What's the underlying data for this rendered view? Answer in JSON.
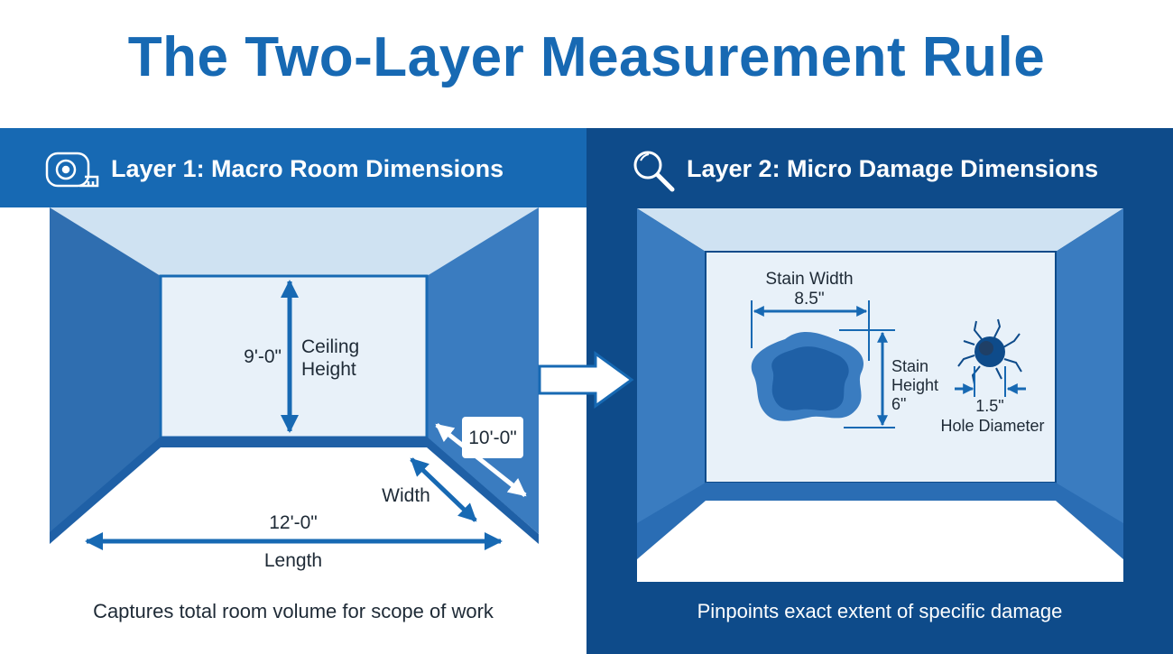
{
  "title": "The Two-Layer Measurement Rule",
  "colors": {
    "brand_blue": "#1769b3",
    "navy": "#0e4b8a",
    "wall": "#3a7cc0",
    "ceiling": "#cfe2f2",
    "back_wall": "#e8f1f9",
    "floor": "#ffffff"
  },
  "layer1": {
    "icon": "tape-measure-icon",
    "header": "Layer 1: Macro Room Dimensions",
    "height_value": "9'-0\"",
    "height_label_line1": "Ceiling",
    "height_label_line2": "Height",
    "depth_value": "10'-0\"",
    "width_label": "Width",
    "length_value": "12'-0\"",
    "length_label": "Length",
    "caption": "Captures total room volume for scope of work"
  },
  "layer2": {
    "icon": "magnifier-icon",
    "header": "Layer 2: Micro Damage Dimensions",
    "stain_width_label": "Stain Width",
    "stain_width_value": "8.5\"",
    "stain_height_label_line1": "Stain",
    "stain_height_label_line2": "Height",
    "stain_height_value": "6\"",
    "hole_value": "1.5\"",
    "hole_label": "Hole Diameter",
    "caption": "Pinpoints exact extent of specific damage"
  }
}
